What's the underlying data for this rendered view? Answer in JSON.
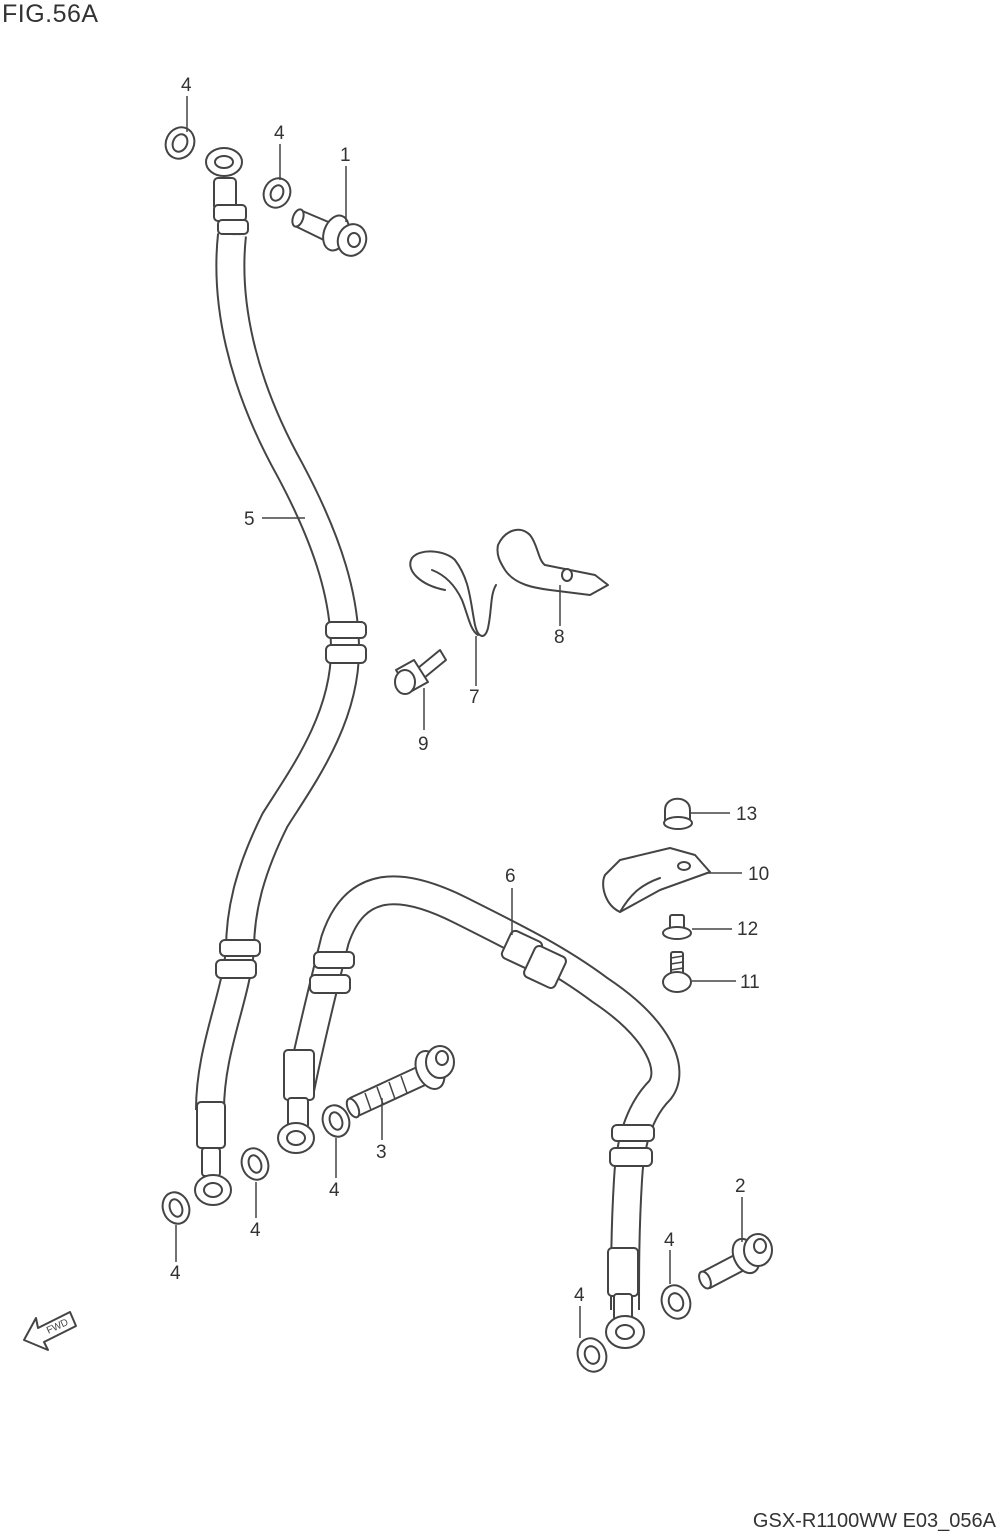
{
  "figure": {
    "title": "FIG.56A",
    "footer_code": "GSX-R1100WW  E03_056A",
    "fwd_label": "FWD"
  },
  "callouts": [
    {
      "id": "c1",
      "text": "1"
    },
    {
      "id": "c2",
      "text": "2"
    },
    {
      "id": "c3",
      "text": "3"
    },
    {
      "id": "c4a",
      "text": "4"
    },
    {
      "id": "c4b",
      "text": "4"
    },
    {
      "id": "c4c",
      "text": "4"
    },
    {
      "id": "c4d",
      "text": "4"
    },
    {
      "id": "c4e",
      "text": "4"
    },
    {
      "id": "c4f",
      "text": "4"
    },
    {
      "id": "c4g",
      "text": "4"
    },
    {
      "id": "c5",
      "text": "5"
    },
    {
      "id": "c6",
      "text": "6"
    },
    {
      "id": "c7",
      "text": "7"
    },
    {
      "id": "c8",
      "text": "8"
    },
    {
      "id": "c9",
      "text": "9"
    },
    {
      "id": "c10",
      "text": "10"
    },
    {
      "id": "c11",
      "text": "11"
    },
    {
      "id": "c12",
      "text": "12"
    },
    {
      "id": "c13",
      "text": "13"
    }
  ]
}
